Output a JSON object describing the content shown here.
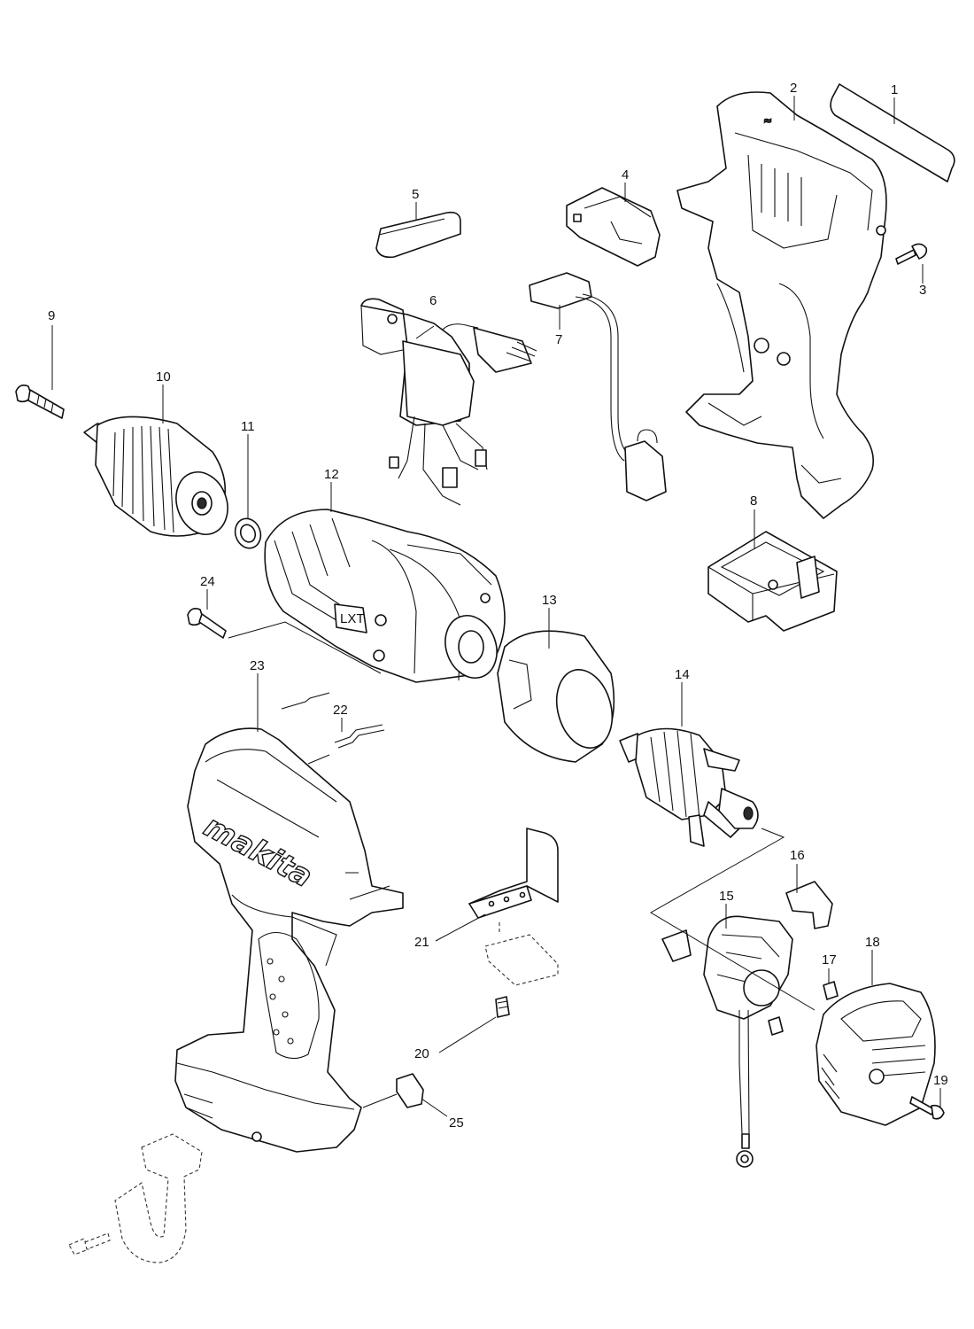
{
  "diagram": {
    "callouts": [
      {
        "id": "c1",
        "num": "1"
      },
      {
        "id": "c2",
        "num": "2"
      },
      {
        "id": "c3",
        "num": "3"
      },
      {
        "id": "c4",
        "num": "4"
      },
      {
        "id": "c5",
        "num": "5"
      },
      {
        "id": "c6",
        "num": "6"
      },
      {
        "id": "c7",
        "num": "7"
      },
      {
        "id": "c8",
        "num": "8"
      },
      {
        "id": "c9",
        "num": "9"
      },
      {
        "id": "c10",
        "num": "10"
      },
      {
        "id": "c11",
        "num": "11"
      },
      {
        "id": "c12",
        "num": "12"
      },
      {
        "id": "c13",
        "num": "13"
      },
      {
        "id": "c14",
        "num": "14"
      },
      {
        "id": "c15",
        "num": "15"
      },
      {
        "id": "c16",
        "num": "16"
      },
      {
        "id": "c17",
        "num": "17"
      },
      {
        "id": "c18",
        "num": "18"
      },
      {
        "id": "c19",
        "num": "19"
      },
      {
        "id": "c20",
        "num": "20"
      },
      {
        "id": "c21",
        "num": "21"
      },
      {
        "id": "c22",
        "num": "22"
      },
      {
        "id": "c23",
        "num": "23"
      },
      {
        "id": "c24",
        "num": "24"
      },
      {
        "id": "c25",
        "num": "25"
      }
    ],
    "housing_logo": "makita",
    "gear_badge": "LXT"
  },
  "colors": {
    "line": "#111111",
    "background": "#ffffff"
  }
}
